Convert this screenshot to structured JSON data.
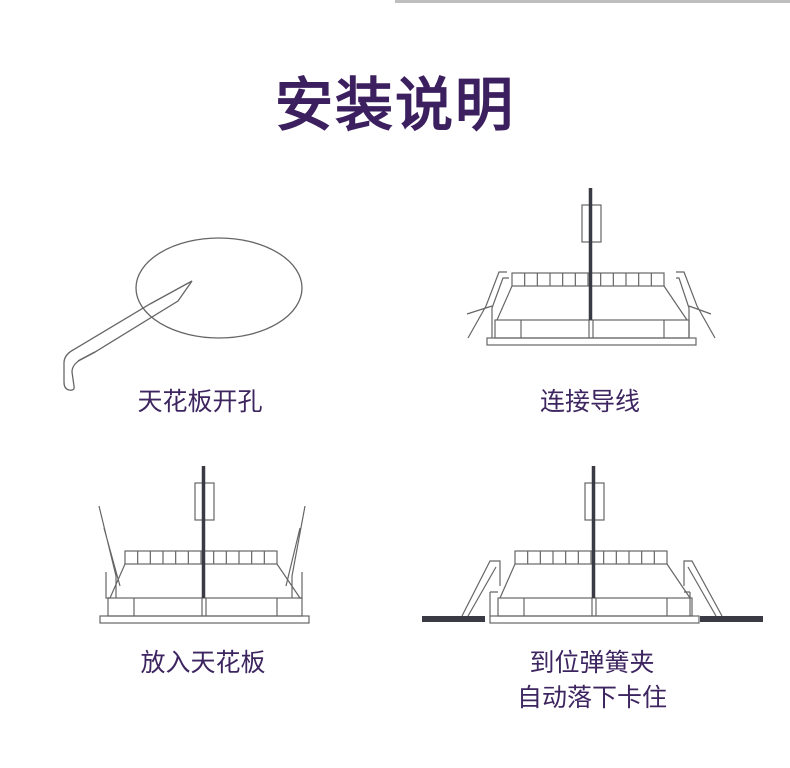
{
  "title": "安装说明",
  "steps": [
    {
      "label": "天花板开孔"
    },
    {
      "label": "连接导线"
    },
    {
      "label": "放入天花板"
    },
    {
      "label_line1": "到位弹簧夹",
      "label_line2": "自动落下卡住"
    }
  ],
  "colors": {
    "title": "#3b1f5e",
    "label": "#3d2560",
    "line": "#555555",
    "wire": "#3a3a44"
  }
}
